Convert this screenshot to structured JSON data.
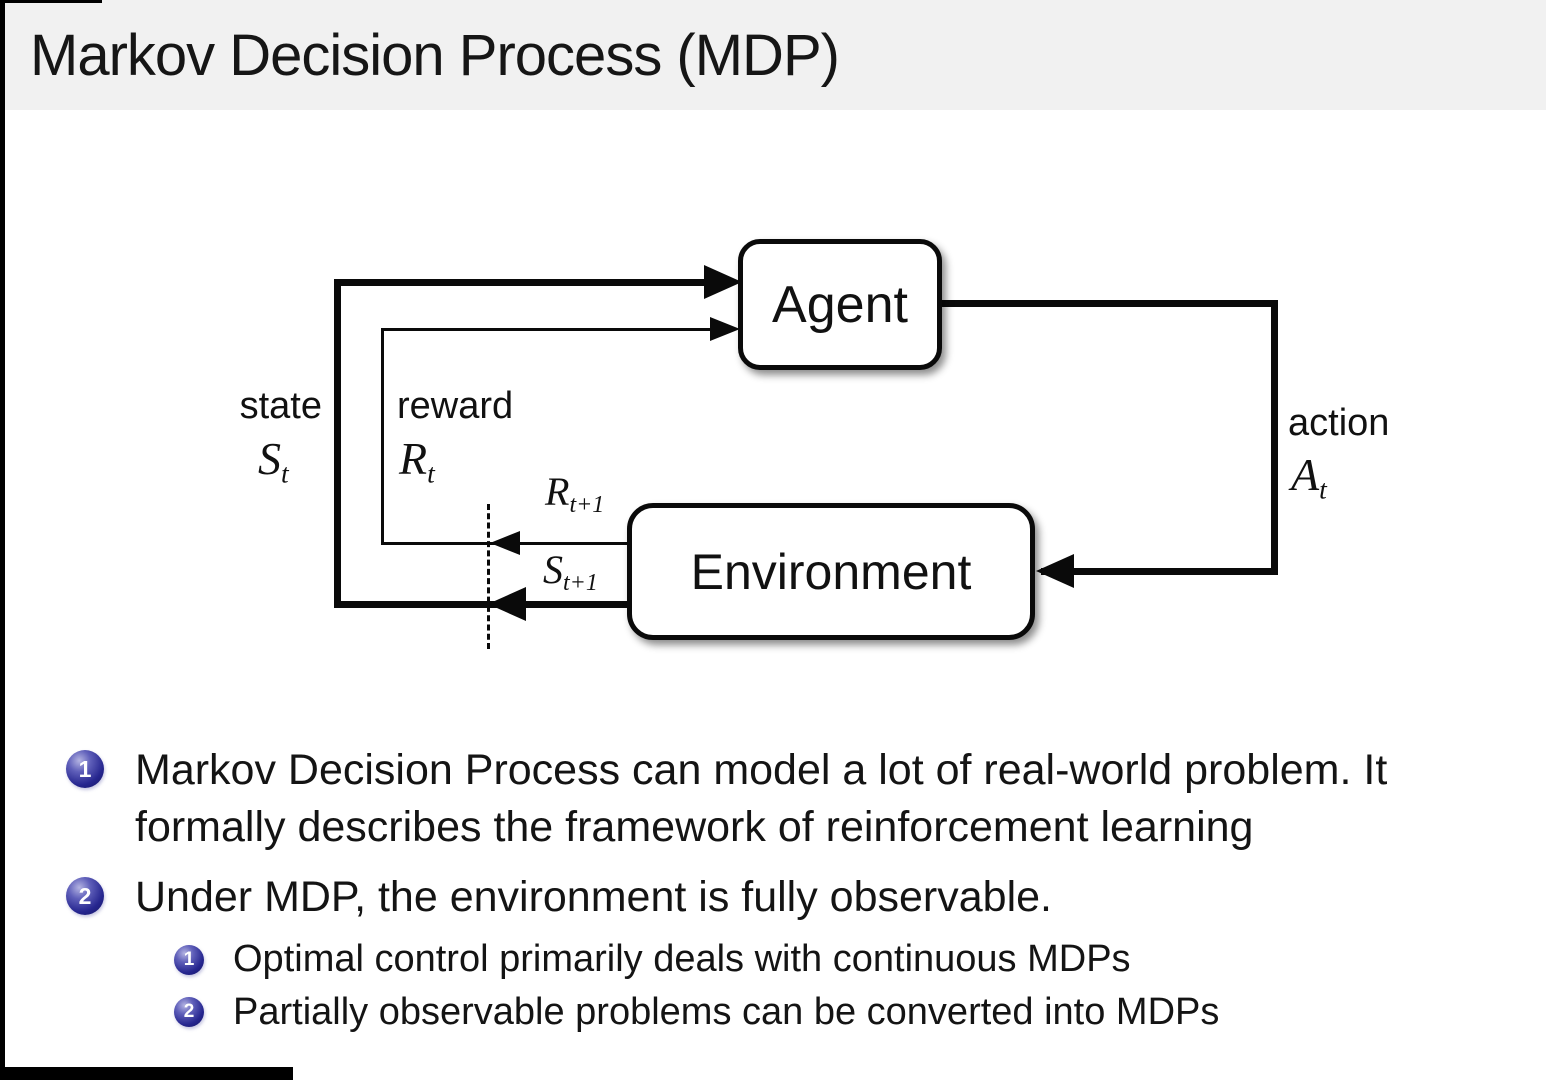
{
  "header": {
    "title": "Markov Decision Process (MDP)"
  },
  "diagram": {
    "agent_label": "Agent",
    "environment_label": "Environment",
    "state": {
      "word": "state",
      "sym": "S",
      "sub": "t"
    },
    "reward": {
      "word": "reward",
      "sym": "R",
      "sub": "t"
    },
    "action": {
      "word": "action",
      "sym": "A",
      "sub": "t"
    },
    "reward_next": {
      "sym": "R",
      "sub": "t+1"
    },
    "state_next": {
      "sym": "S",
      "sub": "t+1"
    }
  },
  "bullets": {
    "items": [
      {
        "number": "1",
        "line1": "Markov Decision Process can model a lot of real-world problem. It",
        "line2": "formally describes the framework of reinforcement learning"
      },
      {
        "number": "2",
        "line1": "Under MDP, the environment is fully observable.",
        "line2": ""
      }
    ],
    "subitems": [
      {
        "number": "1",
        "text": "Optimal control primarily deals with continuous MDPs"
      },
      {
        "number": "2",
        "text": "Partially observable problems can be converted into MDPs"
      }
    ]
  },
  "colors": {
    "header_bg": "#f1f1f1",
    "ball_blue": "#26268f",
    "text": "#141414",
    "line": "#0a0a0a"
  }
}
